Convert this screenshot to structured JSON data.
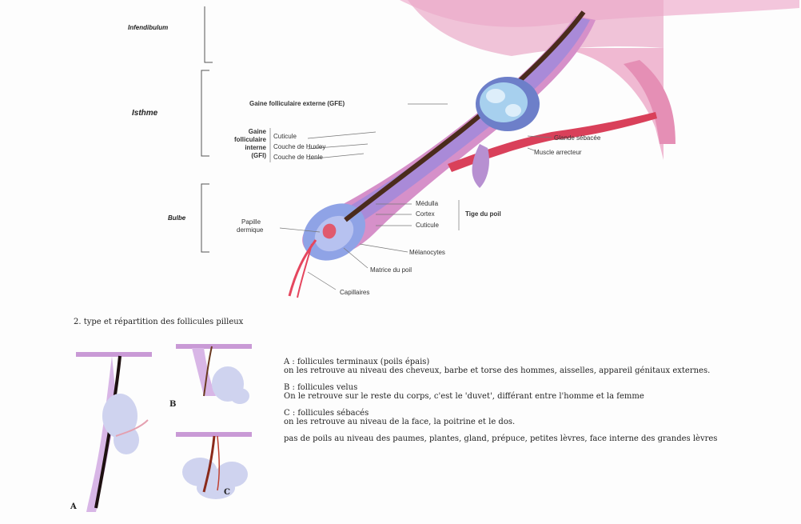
{
  "diagram": {
    "regions": {
      "infundibulum": "Infendibulum",
      "isthme": "Isthme",
      "bulbe": "Bulbe"
    },
    "labels": {
      "gfe": "Gaine folliculaire externe (GFE)",
      "gfi_line1": "Gaine",
      "gfi_line2": "folliculaire",
      "gfi_line3": "interne",
      "gfi_line4": "(GFI)",
      "cuticule_gfi": "Cuticule",
      "huxley": "Couche de Huxley",
      "henle": "Couche de Henle",
      "glande": "Glande sébacée",
      "muscle": "Muscle arrecteur",
      "medulla": "Médulla",
      "cortex": "Cortex",
      "cuticule_tige": "Cuticule",
      "tige": "Tige du poil",
      "papille_1": "Papille",
      "papille_2": "dermique",
      "melanocytes": "Mélanocytes",
      "matrice": "Matrice du poil",
      "capillaires": "Capillaires"
    }
  },
  "section": {
    "title": "2.    type et répartition des follicules pilleux"
  },
  "figure_letters": {
    "a": "A",
    "b": "B",
    "c": "C"
  },
  "descriptions": {
    "a_title": "A : follicules terminaux (poils épais)",
    "a_text": "on les retrouve au niveau des cheveux, barbe et torse des hommes, aisselles, appareil génitaux externes.",
    "b_title": "B : follicules velus",
    "b_text": "On le retrouve sur le reste du corps, c'est le 'duvet', différant entre l'homme et la femme",
    "c_title": "C : follicules sébacés",
    "c_text": "on les retrouve au niveau de la face, la poitrine et le dos.",
    "note": "pas de poils au niveau des paumes, plantes, gland, prépuce, petites lèvres, face interne des grandes lèvres"
  },
  "colors": {
    "skin_pink": "#e9a9c8",
    "sheath_purple": "#b88fd8",
    "bulb_blue": "#8fa3e6",
    "hair_dark": "#4a2b1c",
    "muscle_red": "#d9405a",
    "gland_blue": "#7fb0d9"
  }
}
